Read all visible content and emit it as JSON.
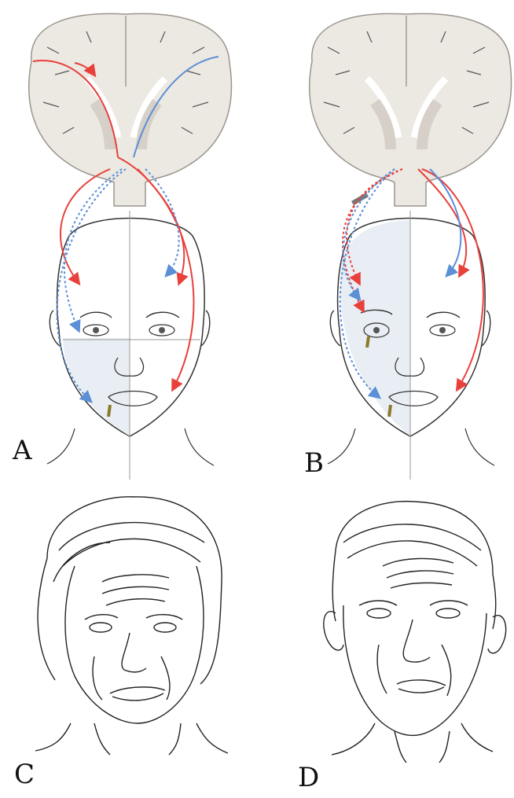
{
  "panels": [
    {
      "id": "A",
      "label": "A"
    },
    {
      "id": "B",
      "label": "B"
    },
    {
      "id": "C",
      "label": "C"
    },
    {
      "id": "D",
      "label": "D"
    }
  ],
  "colors": {
    "motor_pathway": "#e8413c",
    "contralateral_pathway": "#5b8fd6",
    "brain_fill": "#ece8e2",
    "face_shade": "#dfe7f0",
    "line": "#333333"
  },
  "icons": [
    "brain-coronal-section",
    "head-outline",
    "face-drawing"
  ]
}
